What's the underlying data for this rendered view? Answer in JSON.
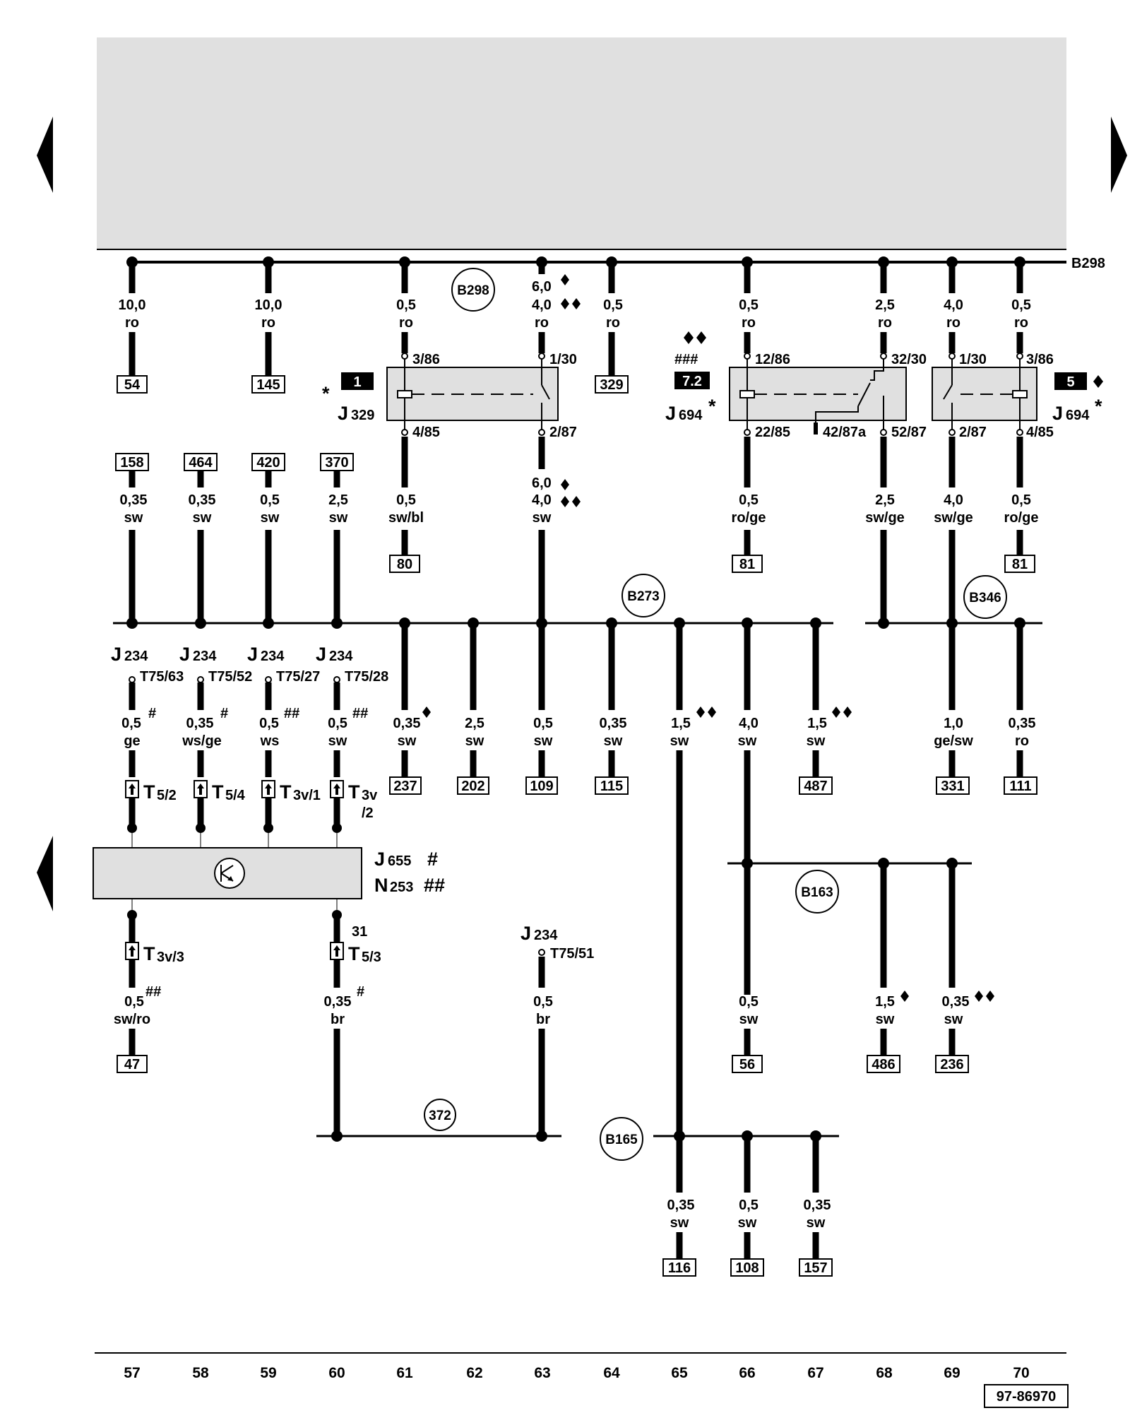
{
  "header_area": {
    "fill": "#e0e0e0"
  },
  "bus_label": "B298",
  "columns": [
    "57",
    "58",
    "59",
    "60",
    "61",
    "62",
    "63",
    "64",
    "65",
    "66",
    "67",
    "68",
    "69",
    "70"
  ],
  "ref_number": "97-86970",
  "top_wires": [
    {
      "gauge": "10,0",
      "color": "ro",
      "ref": "54"
    },
    {
      "gauge": "10,0",
      "color": "ro",
      "ref": "145"
    },
    {
      "gauge": "0,5",
      "color": "ro"
    },
    {
      "gauge_a": "6,0",
      "gauge_b": "4,0",
      "color": "ro"
    },
    {
      "gauge": "0,5",
      "color": "ro",
      "ref": "329"
    },
    {
      "gauge": "0,5",
      "color": "ro"
    },
    {
      "gauge": "2,5",
      "color": "ro"
    },
    {
      "gauge": "4,0",
      "color": "ro"
    },
    {
      "gauge": "0,5",
      "color": "ro"
    }
  ],
  "relay_j329": {
    "code": "J",
    "sub": "329",
    "star": "*",
    "badge": "1",
    "pins": [
      "3/86",
      "1/30",
      "4/85",
      "2/87"
    ]
  },
  "relay_j694_a": {
    "code": "J",
    "sub": "694",
    "star": "*",
    "badge": "7.2",
    "hashes": "###",
    "pins": [
      "12/86",
      "32/30",
      "22/85",
      "42/87a",
      "52/87"
    ]
  },
  "relay_j694_b": {
    "code": "J",
    "sub": "694",
    "star": "*",
    "badge": "5",
    "pins": [
      "1/30",
      "3/86",
      "2/87",
      "4/85"
    ]
  },
  "mid_wires": [
    {
      "ref": "158",
      "gauge": "0,35",
      "color": "sw"
    },
    {
      "ref": "464",
      "gauge": "0,35",
      "color": "sw"
    },
    {
      "ref": "420",
      "gauge": "0,5",
      "color": "sw"
    },
    {
      "ref": "370",
      "gauge": "2,5",
      "color": "sw"
    },
    {
      "gauge": "0,5",
      "color": "sw/bl",
      "ref": "80"
    },
    {
      "gauge_a": "6,0",
      "gauge_b": "4,0",
      "color": "sw"
    },
    {
      "gauge": "0,5",
      "color": "ro/ge",
      "ref": "81"
    },
    {
      "gauge": "2,5",
      "color": "sw/ge"
    },
    {
      "gauge": "4,0",
      "color": "sw/ge"
    },
    {
      "gauge": "0,5",
      "color": "ro/ge",
      "ref": "81"
    }
  ],
  "circles": {
    "b298": "B298",
    "b273": "B273",
    "b346": "B346",
    "b163": "B163",
    "b165": "B165",
    "c372": "372"
  },
  "j234": {
    "code": "J",
    "sub": "234",
    "pins": [
      "T75/63",
      "T75/52",
      "T75/27",
      "T75/28",
      "T75/51"
    ]
  },
  "lower_wires": [
    {
      "gauge": "0,5",
      "mark": "#",
      "color": "ge"
    },
    {
      "gauge": "0,35",
      "mark": "#",
      "color": "ws/ge"
    },
    {
      "gauge": "0,5",
      "mark": "##",
      "color": "ws"
    },
    {
      "gauge": "0,5",
      "mark": "##",
      "color": "sw"
    },
    {
      "gauge": "0,35",
      "color": "sw",
      "ref": "237"
    },
    {
      "gauge": "2,5",
      "color": "sw",
      "ref": "202"
    },
    {
      "gauge": "0,5",
      "color": "sw",
      "ref": "109"
    },
    {
      "gauge": "0,35",
      "color": "sw",
      "ref": "115"
    },
    {
      "gauge": "1,5",
      "color": "sw"
    },
    {
      "gauge": "4,0",
      "color": "sw"
    },
    {
      "gauge": "1,5",
      "color": "sw",
      "ref": "487"
    },
    {
      "gauge": "1,0",
      "color": "ge/sw",
      "ref": "331"
    },
    {
      "gauge": "0,35",
      "color": "ro",
      "ref": "111"
    }
  ],
  "connectors": {
    "t52": {
      "code": "T",
      "sub": "5/2"
    },
    "t54": {
      "code": "T",
      "sub": "5/4"
    },
    "t3v1": {
      "code": "T",
      "sub": "3v/1"
    },
    "t3v2": {
      "code": "T",
      "sub": "3v",
      "sub2": "/2"
    },
    "t3v3": {
      "code": "T",
      "sub": "3v/3"
    },
    "t53": {
      "code": "T",
      "sub": "5/3",
      "term": "31"
    }
  },
  "component": {
    "j655": {
      "code": "J",
      "sub": "655",
      "mark": "#"
    },
    "n253": {
      "code": "N",
      "sub": "253",
      "mark": "##"
    }
  },
  "bottom_wires": [
    {
      "gauge": "0,5",
      "mark": "##",
      "color": "sw/ro",
      "ref": "47"
    },
    {
      "gauge": "0,35",
      "mark": "#",
      "color": "br"
    },
    {
      "gauge": "0,5",
      "color": "br"
    },
    {
      "gauge": "0,5",
      "color": "sw",
      "ref": "56"
    },
    {
      "gauge": "1,5",
      "color": "sw",
      "ref": "486"
    },
    {
      "gauge": "0,35",
      "color": "sw",
      "ref": "236"
    }
  ],
  "b165_wires": [
    {
      "gauge": "0,35",
      "color": "sw",
      "ref": "116"
    },
    {
      "gauge": "0,5",
      "color": "sw",
      "ref": "108"
    },
    {
      "gauge": "0,35",
      "color": "sw",
      "ref": "157"
    }
  ]
}
